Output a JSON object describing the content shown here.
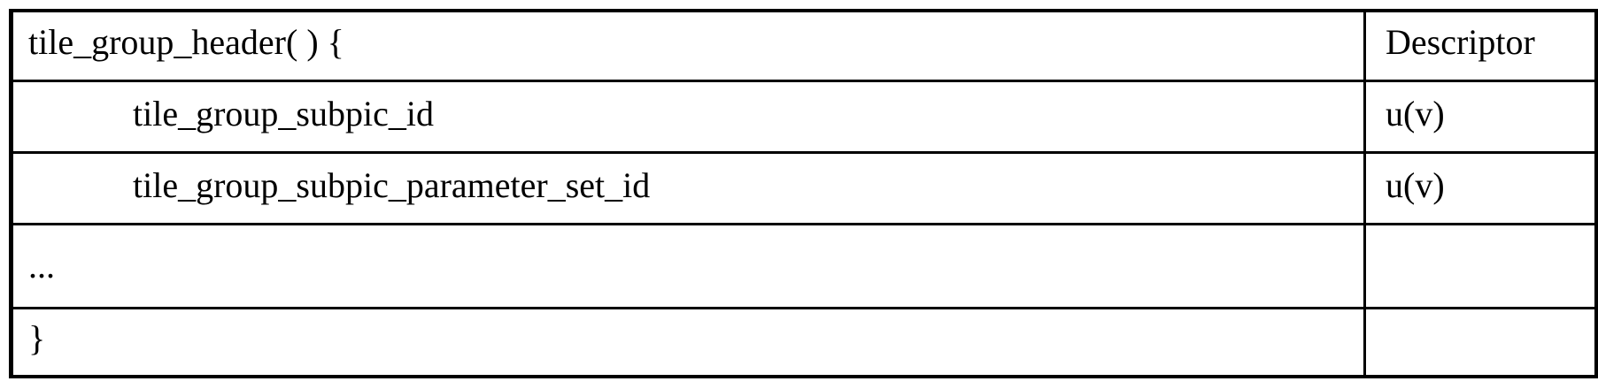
{
  "document": {
    "type": "syntax-table",
    "colors": {
      "background": "#ffffff",
      "border": "#000000",
      "text": "#000000"
    },
    "table": {
      "columns": [
        {
          "key": "syntax",
          "header": ""
        },
        {
          "key": "descriptor",
          "header": "Descriptor"
        }
      ],
      "rows": [
        {
          "syntax": "tile_group_header( ) {",
          "descriptor": "Descriptor",
          "indent": 0
        },
        {
          "syntax": "tile_group_subpic_id",
          "descriptor": "u(v)",
          "indent": 1
        },
        {
          "syntax": "tile_group_subpic_parameter_set_id",
          "descriptor": "u(v)",
          "indent": 1
        },
        {
          "syntax": "...",
          "descriptor": "",
          "indent": 0
        },
        {
          "syntax": "}",
          "descriptor": "",
          "indent": 0
        }
      ]
    }
  }
}
